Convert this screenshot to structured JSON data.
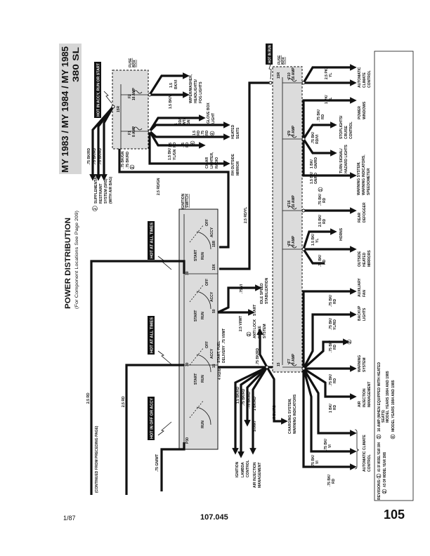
{
  "header": {
    "years": "MY 1983 / MY 1984 / MY 1985",
    "model": "380 SL",
    "title": "POWER DISTRIBUTION",
    "subtitle": "(For Component Locations See Page 209)"
  },
  "footer": {
    "date": "1/87",
    "doc_number": "107.045",
    "page": "105"
  },
  "hot_labels": {
    "accy_run_start": "HOT IN ACCY, RUN OR START",
    "all_times_1": "HOT AT ALL TIMES",
    "all_times_2": "HOT AT ALL TIMES",
    "off_accy": "HOT IN OFF OR ACCY",
    "run": "HOT IN RUN"
  },
  "fuse_box_1": {
    "label": [
      "FUSE",
      "BOX"
    ],
    "terminal": "15R",
    "f1": [
      "F1",
      "8 AMP"
    ],
    "f2": [
      "F2",
      "16 AMP"
    ]
  },
  "fuse_box_2": {
    "label": [
      "FUSE",
      "BOX"
    ],
    "terminal_top": "15R",
    "terminal_bottom": "15",
    "f10": [
      "F10",
      "16 AMP"
    ],
    "f9": [
      "F9",
      "8 AMP"
    ],
    "f16": [
      "F16",
      "16 AMP"
    ],
    "f8": [
      "F8",
      "8 AMP"
    ],
    "f7": [
      "F7",
      "8 AMP"
    ]
  },
  "ignition_switch": {
    "label": [
      "IGNITION",
      "SWITCH"
    ],
    "terminals": [
      "30",
      "15R",
      "10X",
      "50",
      "15",
      "P30",
      "30"
    ],
    "positions": [
      "OFF",
      "ACCY",
      "RUN",
      "START",
      "OFF",
      "ACCY",
      "RUN",
      "START",
      "RUN",
      "ACCY",
      "START",
      "OFF",
      "RUN"
    ]
  },
  "left": {
    "srs_wires": [
      ".75 BK/RD",
      ".75 BK/RD",
      ".75 BK/RD"
    ],
    "srs_note": "2",
    "srs": [
      "SUPPLEMENTAL",
      "RESTRAINT",
      "SYSTEM (SRS)",
      "(WITH AIR BAG)"
    ],
    "wire_25rd_1": "2.5 RD",
    "wire_25rd_2": "2.5 RD",
    "continued": "(CONTINUED FROM PRECEDING PAGE)",
    "wire_gnwt": ".75 GN/WT"
  },
  "upper": {
    "w_15bkvi_a": [
      "1.5",
      "BK/VI"
    ],
    "w_15bkvi_b": "1.5 BK/VI",
    "wiper": [
      "WIPER/WASHER,",
      "HEADLIGHTS/",
      "FOG LIGHTS"
    ],
    "w_1rdwtgn": [
      "1",
      "RD/",
      "WT/",
      "GN"
    ],
    "glove": [
      "GLOVE BOX",
      "LIGHT"
    ],
    "w_15rd": [
      "1.5",
      "RD"
    ],
    "w_75rd_a": [
      ".75",
      "RD"
    ],
    "w_15rd_b": [
      "1.5",
      "RD"
    ],
    "w_75rd_b": [
      ".75",
      "RD"
    ],
    "note4a": "4",
    "note4b": "4",
    "heated": [
      "HEATED",
      "SEATS"
    ],
    "cigar": [
      "CIGAR",
      "LIGHTER,",
      "RADIO"
    ],
    "w_15bkylgn": [
      "1.5 BK/",
      "YL/GN"
    ],
    "w_75bkgn": ".75 BK/GN",
    "w_75bkrd": ".75 BK/RD",
    "note2": "2",
    "mirror": [
      "RH OUTSIDE",
      "MIRROR"
    ],
    "w_25rdgn": "2.5 RD/GN",
    "w_25rdyl": "2.5 RD/YL"
  },
  "right": {
    "w_25pkyl": [
      "2.5 PK/",
      "YL"
    ],
    "climate_top": [
      "AUTOMATIC",
      "CLIMATE",
      "CONTROL"
    ],
    "w_1pkyl": [
      "1 PK/",
      "YL"
    ],
    "windows": [
      "POWER",
      "WINDOWS"
    ],
    "w_75bkrd_1": [
      ".75 BK/",
      "RD"
    ],
    "w_75bkrdvi": [
      ".75 BK/",
      "RD/VI"
    ],
    "stoplights": [
      "STOPLIGHTS/",
      "CRUISE",
      "CONTROL"
    ],
    "w_1bkgnrd": [
      "1 BK/",
      "GN/RD"
    ],
    "w_15bkgnrd": [
      "1.5 BK/",
      "GN/RD"
    ],
    "note1": "1",
    "turn": [
      "TURN SIGNAL/",
      "HAZARD LIGHTS"
    ],
    "w_75bkrd_2": [
      ".75 BK/",
      "RD"
    ],
    "warning_top": [
      "WARNING SYSTEM,",
      "WARNING INDICATORS,",
      "SPEEDOMETER"
    ],
    "w_25bkrd": [
      "2.5 BK/",
      "RD"
    ],
    "defogger": [
      "REAR",
      "DEFOGGER"
    ],
    "w_15bkyl": [
      "1.5 BK/",
      "YL"
    ],
    "horns": "HORNS",
    "w_75bkrd_3": [
      ".75 BK/",
      "RD"
    ],
    "mirrors": [
      "OUTSIDE",
      "HEATED",
      "MIRRORS"
    ],
    "w_75bkrd_4": [
      ".75 BK/",
      "RD"
    ],
    "aux_fan": [
      "AUXILIARY",
      "FAN"
    ],
    "w_75bkylrd": [
      ".75 BK/",
      "YL/RD"
    ],
    "backup": [
      "BACKUP",
      "LIGHTS"
    ],
    "w_75bkrd_5": [
      ".75 BK/",
      "RD"
    ],
    "note1b": "1",
    "w_75bkrd_6": [
      ".75 BK/",
      "RD"
    ],
    "warning_sys": [
      "WARNING",
      "SYSTEM"
    ],
    "w_1bkrd": [
      "1 BK/",
      "RD"
    ],
    "air_inj": [
      "AIR",
      "INJECTION",
      "MANAGEMENT"
    ],
    "w_75bkvi_1": [
      ".75 BK/",
      "VI"
    ],
    "w_75bkvi_2": [
      ".75 BK/",
      "VI"
    ],
    "w_75bkrd_7": [
      ".75 BK/",
      "RD"
    ],
    "climate_bottom": [
      "AUTOMATIC CLIMATE",
      "CONTROL"
    ]
  },
  "center": {
    "w_75vi": ".75 VI",
    "idle": [
      "IDLE SPEED",
      "STABILIZATION"
    ],
    "w_25viwt": "2.5 VI/WT",
    "w_75viwt": ".75 VI/WT",
    "start_fuel": [
      "START, FUEL",
      "DELIVERY"
    ],
    "note2": "2",
    "abs": [
      "ANTI LOCK",
      "BRAKE",
      "SYSTEM"
    ],
    "start_top": "START",
    "w_4rdbk": "4 RD/BK",
    "w_75bkrd_a": ".75 BK/RD",
    "w_15bkrd": "1.5 BK/RD",
    "w_75bkrd_b": ".75 BK/RD",
    "w_75bkrd_c": ".75 BK/RD",
    "w_1bkrd": "1 BK/RD",
    "start": "START",
    "ignition": "IGNITION",
    "lambda": [
      "LAMBDA",
      "CONTROL"
    ],
    "air_inj": [
      "AIR INJECTION",
      "MANAGEMENT"
    ],
    "w_5burd": ".5 BU/RD",
    "charging": [
      "CHARGING SYSTEM,",
      "WARNING INDICATORS"
    ]
  },
  "revisions": {
    "heading": "REVISIONS:",
    "r1": "AS OF MODEL YEAR 1984",
    "r2": "AS OF MODEL YEAR 1985",
    "r3": [
      "16 AMP (WHEN EQUIPPED WITH HEATED",
      "SEATS)",
      "MODEL YEARS 1984 AND 1985"
    ],
    "r4": "MODEL YEARS 1984 AND 1985",
    "n1": "1",
    "n2": "2",
    "n3": "3",
    "n4": "4"
  }
}
